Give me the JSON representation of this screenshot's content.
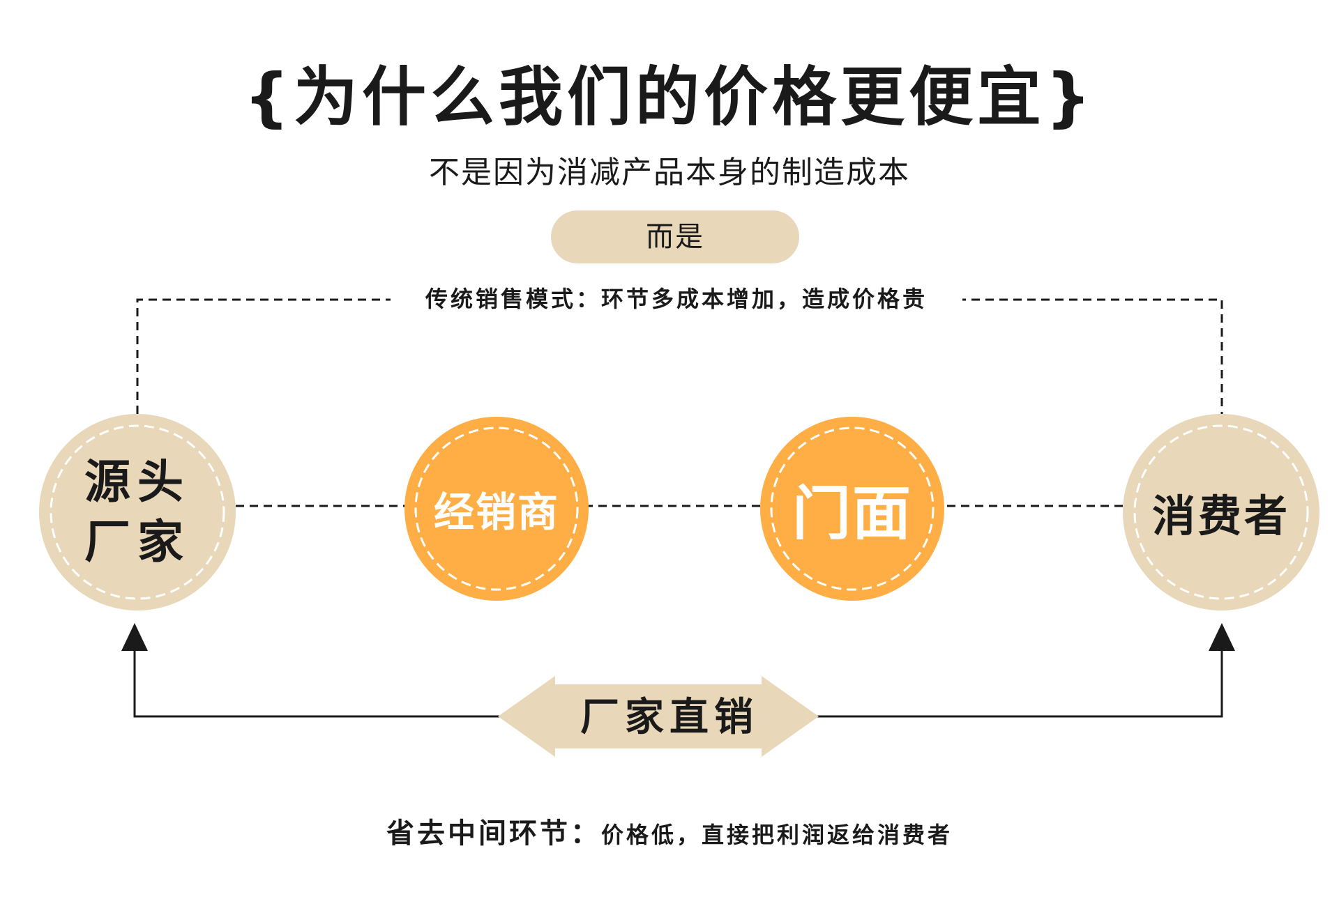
{
  "title": "{为什么我们的价格更便宜}",
  "subtitle": "不是因为消减产品本身的制造成本",
  "pill_label": "而是",
  "traditional_label": "传统销售模式：环节多成本增加，造成价格贵",
  "nodes": {
    "source_line1": "源头",
    "source_line2": "厂家",
    "dealer": "经销商",
    "store": "门面",
    "consumer": "消费者"
  },
  "direct_label": "厂家直销",
  "bottom": {
    "lead": "省去中间环节：",
    "detail": "价格低，直接把利润返给消费者"
  },
  "colors": {
    "beige": "#e9d7b9",
    "orange": "#ffae45",
    "text": "#1a1a1a"
  }
}
